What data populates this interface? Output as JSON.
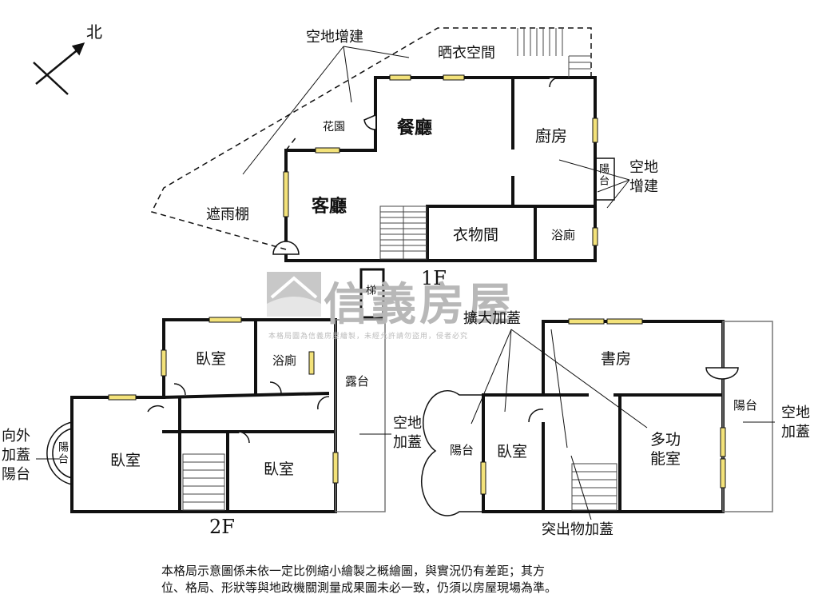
{
  "compass": {
    "north_label": "北"
  },
  "floors": {
    "first": "1F",
    "second": "2F"
  },
  "first_floor": {
    "living_room": "客廳",
    "dining_room": "餐廳",
    "kitchen": "廚房",
    "closet": "衣物間",
    "bathroom": "浴廁",
    "garden": "花園",
    "canopy": "遮雨棚",
    "laundry_space": "晒衣空間",
    "extension_top": "空地增建",
    "extension_right_line1": "空地",
    "extension_right_line2": "增建",
    "small_balcony": "陽台"
  },
  "second_floor": {
    "bedroom_top": "臥室",
    "bathroom": "浴廁",
    "terrace": "露台",
    "bedroom_left": "臥室",
    "bedroom_right": "臥室",
    "outward_cover_line1": "向外",
    "outward_cover_line2": "加蓋",
    "outward_cover_line3": "陽台",
    "bay_balcony": "陽台",
    "open_roof_line1": "空地",
    "open_roof_line2": "加蓋",
    "stair_label": "梯"
  },
  "third_floor": {
    "study": "書房",
    "bedroom": "臥室",
    "multi_room_line1": "多功",
    "multi_room_line2": "能室",
    "balcony_left": "陽台",
    "balcony_right": "陽台",
    "expansion_cover": "擴大加蓋",
    "protrusion_cover": "突出物加蓋",
    "open_roof_line1": "空地",
    "open_roof_line2": "加蓋"
  },
  "watermark": {
    "brand": "信義房屋",
    "sub": "本格局圖為信義房屋繪製，未經允許請勿盜用，侵者必究"
  },
  "disclaimer": {
    "line1": "本格局示意圖係未依一定比例縮小繪製之概繪圖，與實況仍有差距；其方",
    "line2": "位、格局、形狀等與地政機關測量成果圖未必一致，仍須以房屋現場為準。"
  }
}
